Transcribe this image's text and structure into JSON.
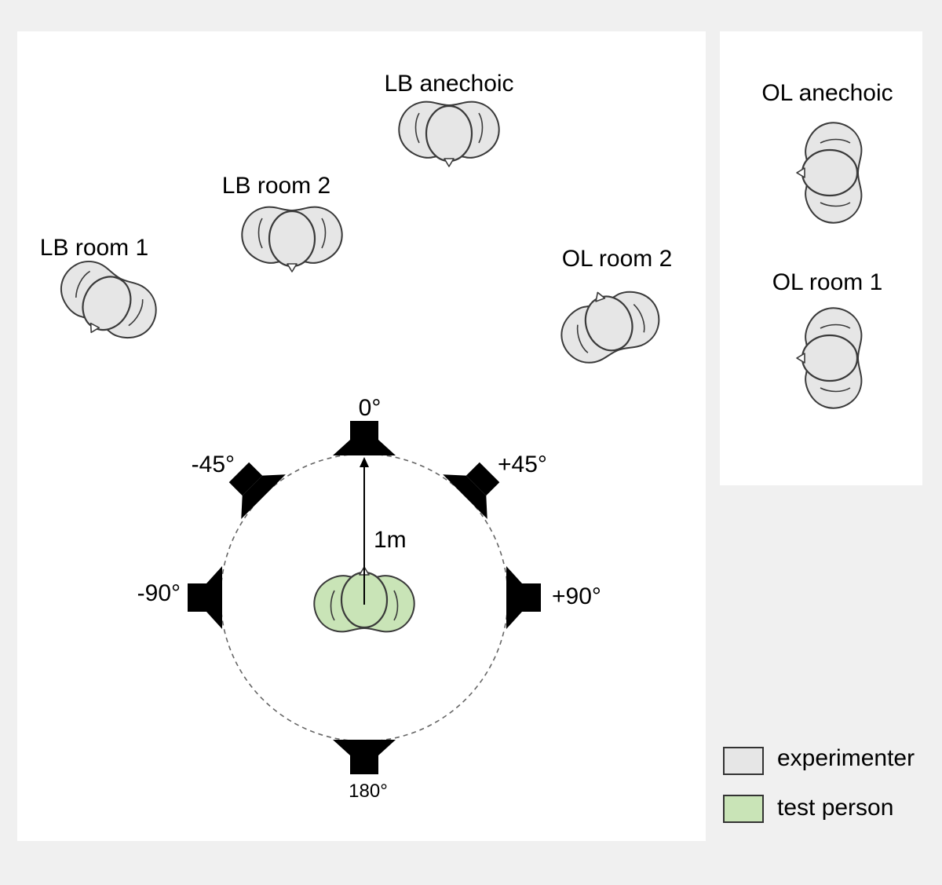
{
  "colors": {
    "background": "#f0f0f0",
    "panel": "#ffffff",
    "experimenter": "#e6e6e6",
    "test_person": "#c9e4b7",
    "speaker": "#000000",
    "outline": "#3a3a3a"
  },
  "experimenters": [
    {
      "id": "lb-room-1",
      "label": "LB room 1"
    },
    {
      "id": "lb-room-2",
      "label": "LB room 2"
    },
    {
      "id": "lb-anechoic",
      "label": "LB anechoic"
    },
    {
      "id": "ol-room-2",
      "label": "OL room 2"
    },
    {
      "id": "ol-anechoic",
      "label": "OL anechoic"
    },
    {
      "id": "ol-room-1",
      "label": "OL room 1"
    }
  ],
  "loudspeakers": [
    {
      "id": "0",
      "label": "0°"
    },
    {
      "id": "plus-45",
      "label": "+45°"
    },
    {
      "id": "plus-90",
      "label": "+90°"
    },
    {
      "id": "180",
      "label": "180°"
    },
    {
      "id": "minus-90",
      "label": "-90°"
    },
    {
      "id": "minus-45",
      "label": "-45°"
    }
  ],
  "distance_label": "1m",
  "legend": [
    {
      "id": "experimenter",
      "label": "experimenter",
      "color": "#e6e6e6"
    },
    {
      "id": "test-person",
      "label": "test person",
      "color": "#c9e4b7"
    }
  ]
}
